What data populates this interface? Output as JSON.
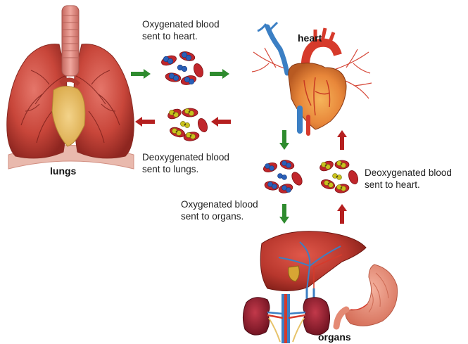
{
  "labels": {
    "lungs": "lungs",
    "heart": "heart",
    "organs": "organs"
  },
  "captions": {
    "oxy_to_heart_1": "Oxygenated blood",
    "oxy_to_heart_2": "sent to heart.",
    "deoxy_to_lungs_1": "Deoxygenated blood",
    "deoxy_to_lungs_2": "sent to lungs.",
    "deoxy_to_heart_1": "Deoxygenated blood",
    "deoxy_to_heart_2": "sent to heart.",
    "oxy_to_organs_1": "Oxygenated blood",
    "oxy_to_organs_2": "sent to organs."
  },
  "colors": {
    "oxygenated_arrow": "#2e8b2e",
    "deoxygenated_arrow": "#b51f1f",
    "red_cell": "#c0262b",
    "oxygen_molecule": "#2a5fb8",
    "co2_molecule": "#c9c21e",
    "lung_tissue": "#c24a3c",
    "heart_tissue": "#e8873a",
    "liver_tissue": "#b8372d",
    "stomach_tissue": "#e9876f",
    "kidney_tissue": "#8c1d2a",
    "vein_blue": "#3b7fc4",
    "artery_red": "#d63a2b"
  },
  "icons": [
    "lungs-illustration",
    "heart-illustration",
    "liver-illustration",
    "stomach-illustration",
    "kidneys-illustration",
    "blood-cells-cluster",
    "arrow"
  ]
}
